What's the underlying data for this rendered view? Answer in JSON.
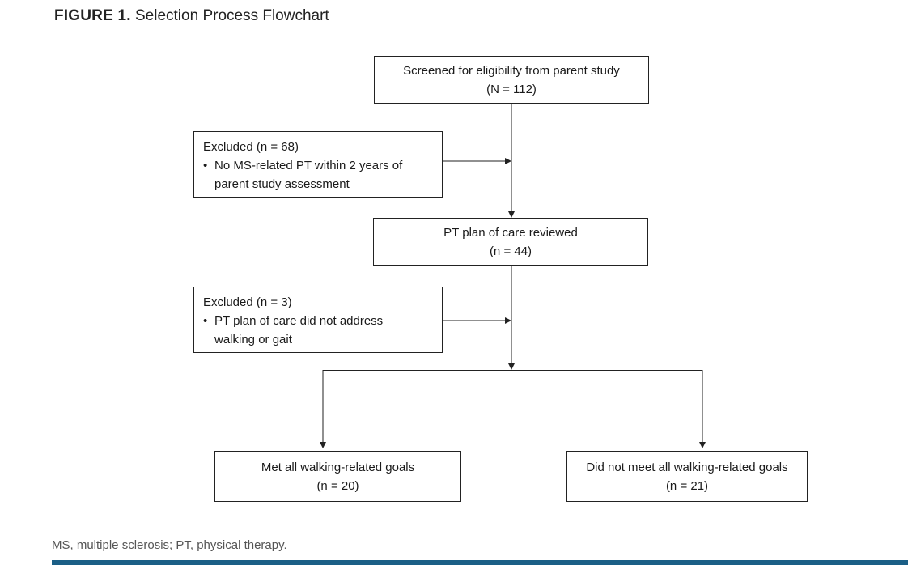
{
  "figure": {
    "label": "FIGURE 1.",
    "title": "Selection Process Flowchart"
  },
  "boxes": {
    "screened": {
      "line1": "Screened for eligibility from parent study",
      "line2": "(N = 112)"
    },
    "excluded1": {
      "heading": "Excluded (n = 68)",
      "bullet": "No MS-related PT within 2 years of",
      "bullet_cont": "parent study assessment"
    },
    "reviewed": {
      "line1": "PT plan of care reviewed",
      "line2": "(n = 44)"
    },
    "excluded2": {
      "heading": "Excluded (n = 3)",
      "bullet": "PT plan of care did not address",
      "bullet_cont": "walking or gait"
    },
    "met": {
      "line1": "Met all walking-related goals",
      "line2": "(n = 20)"
    },
    "not_met": {
      "line1": "Did not meet all walking-related goals",
      "line2": "(n = 21)"
    }
  },
  "footnote": "MS, multiple sclerosis; PT, physical therapy.",
  "colors": {
    "accent_bar": "#1b5f86",
    "line": "#222222"
  }
}
